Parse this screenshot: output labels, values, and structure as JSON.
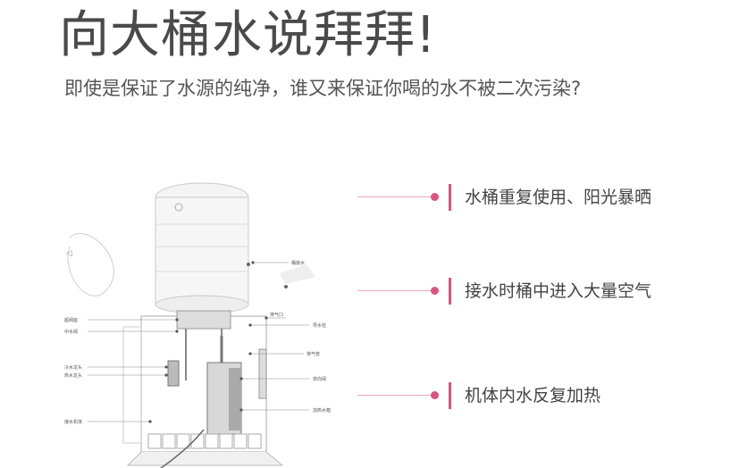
{
  "header": {
    "title": "向大桶水说拜拜!",
    "subtitle": "即使是保证了水源的纯净，谁又来保证你喝的水不被二次污染?"
  },
  "callouts": [
    {
      "text": "水桶重复使用、阳光暴晒"
    },
    {
      "text": "接水时桶中进入大量空气"
    },
    {
      "text": "机体内水反复加热"
    }
  ],
  "diagram": {
    "labels": [
      "桶装水",
      "超阀座",
      "中水阀",
      "排气口",
      "导水柱",
      "排气管",
      "冷水龙头",
      "热水龙头",
      "单向阀",
      "加热水箱",
      "接水机体"
    ]
  },
  "colors": {
    "accent": "#d9557f",
    "accent_light": "#e9a9c0",
    "title": "#4a4a4a",
    "text": "#444444"
  }
}
